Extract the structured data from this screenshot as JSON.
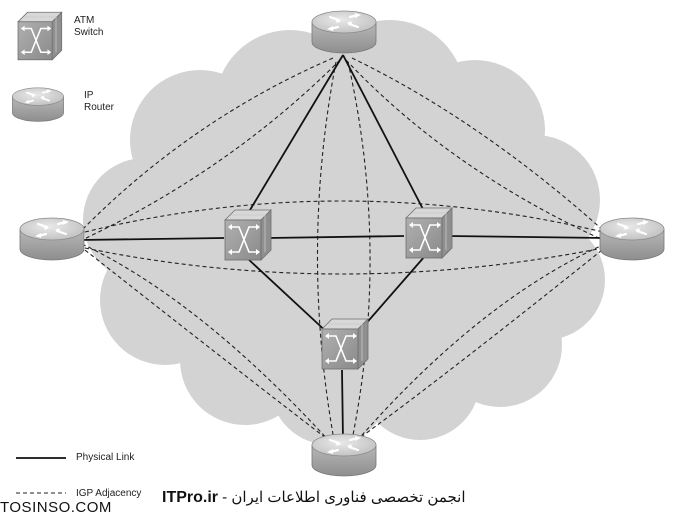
{
  "legend": {
    "atm_switch_line1": "ATM",
    "atm_switch_line2": "Switch",
    "ip_router_line1": "IP",
    "ip_router_line2": "Router",
    "physical_link": "Physical Link",
    "igp_adjacency": "IGP Adjacency"
  },
  "watermark": {
    "left": "TOSINSO.COM",
    "right_brand": "ITPro.ir",
    "right_text": " - انجمن تخصصی فناوری اطلاعات ایران"
  },
  "colors": {
    "cloud": "#d3d3d3",
    "cloud_outline": "#b5b5b5",
    "link": "#111111",
    "device_body": "#a8a8a8"
  },
  "icons": {
    "switch": "atm-switch-icon",
    "router": "ip-router-icon"
  }
}
